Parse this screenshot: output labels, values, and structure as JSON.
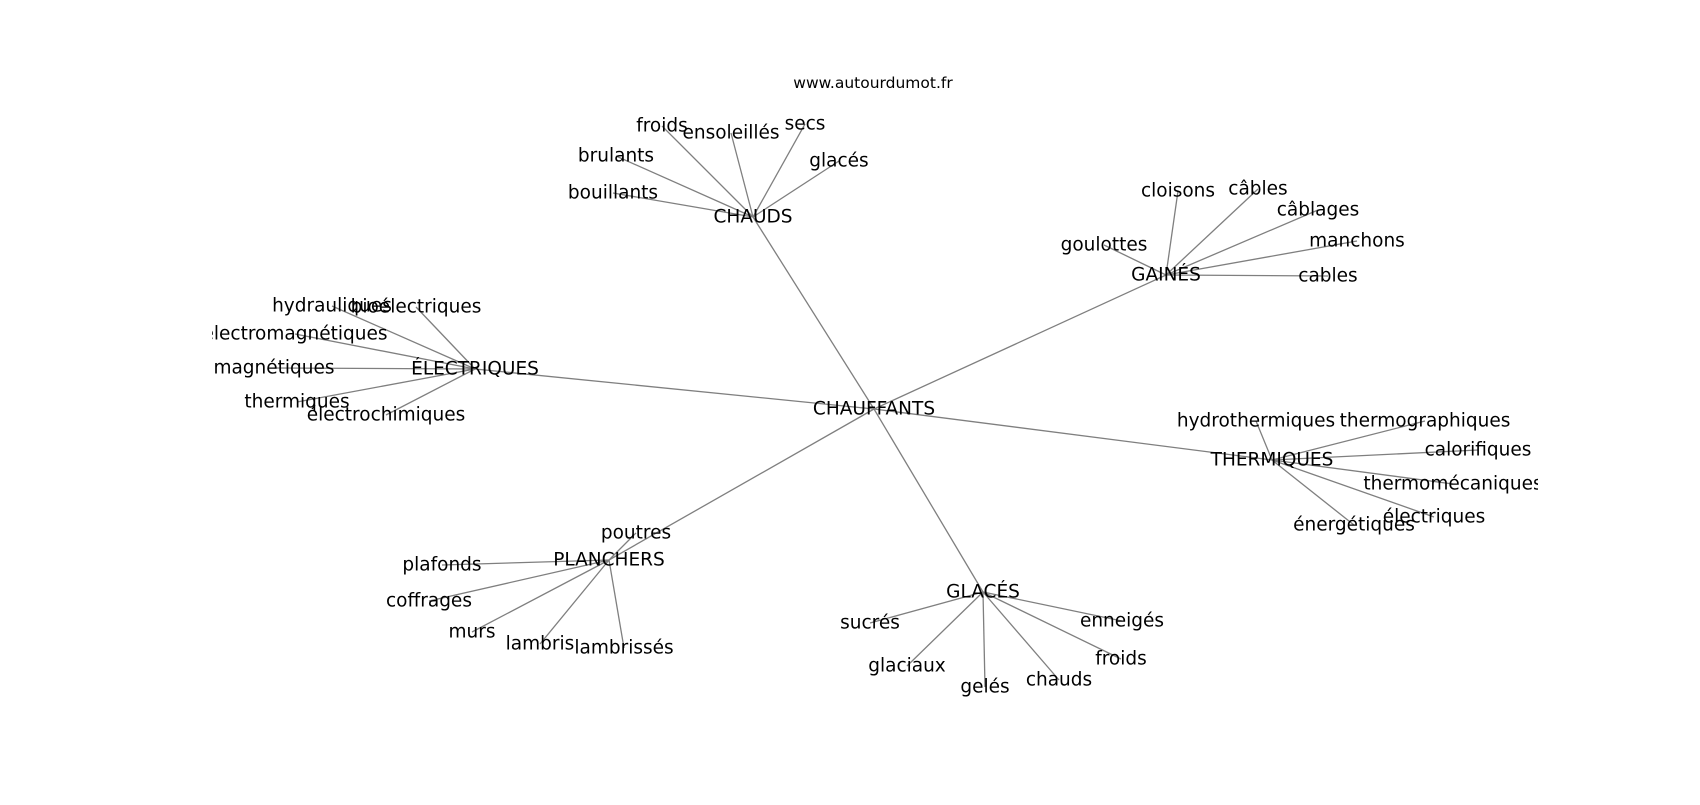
{
  "source_url": "www.autourdumot.fr",
  "colors": {
    "edge": "#7f7f7f",
    "text": "#000000",
    "background": "#ffffff"
  },
  "root": {
    "id": "root",
    "label": "CHAUFFANTS"
  },
  "clusters": [
    {
      "id": "chauds",
      "label": "CHAUDS",
      "words": [
        {
          "id": "chauds-froids",
          "label": "froids"
        },
        {
          "id": "chauds-ensoleilles",
          "label": "ensoleillés"
        },
        {
          "id": "chauds-secs",
          "label": "secs"
        },
        {
          "id": "chauds-brulants",
          "label": "brulants"
        },
        {
          "id": "chauds-glaces",
          "label": "glacés"
        },
        {
          "id": "chauds-bouillants",
          "label": "bouillants"
        }
      ]
    },
    {
      "id": "gaines",
      "label": "GAINÉS",
      "words": [
        {
          "id": "gaines-cloisons",
          "label": "cloisons"
        },
        {
          "id": "gaines-cables-accent",
          "label": "câbles"
        },
        {
          "id": "gaines-cablages",
          "label": "câblages"
        },
        {
          "id": "gaines-manchons",
          "label": "manchons"
        },
        {
          "id": "gaines-goulottes",
          "label": "goulottes"
        },
        {
          "id": "gaines-cables",
          "label": "cables"
        }
      ]
    },
    {
      "id": "electriques",
      "label": "ÉLECTRIQUES",
      "words": [
        {
          "id": "elec-hydrauliques",
          "label": "hydrauliques"
        },
        {
          "id": "elec-bioelectriques",
          "label": "bioélectriques"
        },
        {
          "id": "elec-electromagnetiques",
          "label": "électromagnétiques"
        },
        {
          "id": "elec-magnetiques",
          "label": "magnétiques"
        },
        {
          "id": "elec-thermiques",
          "label": "thermiques"
        },
        {
          "id": "elec-electrochimiques",
          "label": "électrochimiques"
        }
      ]
    },
    {
      "id": "thermiques",
      "label": "THERMIQUES",
      "words": [
        {
          "id": "therm-hydrothermiques",
          "label": "hydrothermiques"
        },
        {
          "id": "therm-thermographiques",
          "label": "thermographiques"
        },
        {
          "id": "therm-calorifiques",
          "label": "calorifiques"
        },
        {
          "id": "therm-thermomecaniques",
          "label": "thermomécaniques"
        },
        {
          "id": "therm-electriques",
          "label": "électriques"
        },
        {
          "id": "therm-energetiques",
          "label": "énergétiques"
        }
      ]
    },
    {
      "id": "planchers",
      "label": "PLANCHERS",
      "words": [
        {
          "id": "planch-poutres",
          "label": "poutres"
        },
        {
          "id": "planch-plafonds",
          "label": "plafonds"
        },
        {
          "id": "planch-coffrages",
          "label": "coffrages"
        },
        {
          "id": "planch-murs",
          "label": "murs"
        },
        {
          "id": "planch-lambris",
          "label": "lambris"
        },
        {
          "id": "planch-lambrisses",
          "label": "lambrissés"
        }
      ]
    },
    {
      "id": "glaces",
      "label": "GLACÉS",
      "words": [
        {
          "id": "glaces-sucres",
          "label": "sucrés"
        },
        {
          "id": "glaces-enneiges",
          "label": "enneigés"
        },
        {
          "id": "glaces-froids",
          "label": "froids"
        },
        {
          "id": "glaces-glaciaux",
          "label": "glaciaux"
        },
        {
          "id": "glaces-geles",
          "label": "gelés"
        },
        {
          "id": "glaces-chauds",
          "label": "chauds"
        }
      ]
    }
  ]
}
